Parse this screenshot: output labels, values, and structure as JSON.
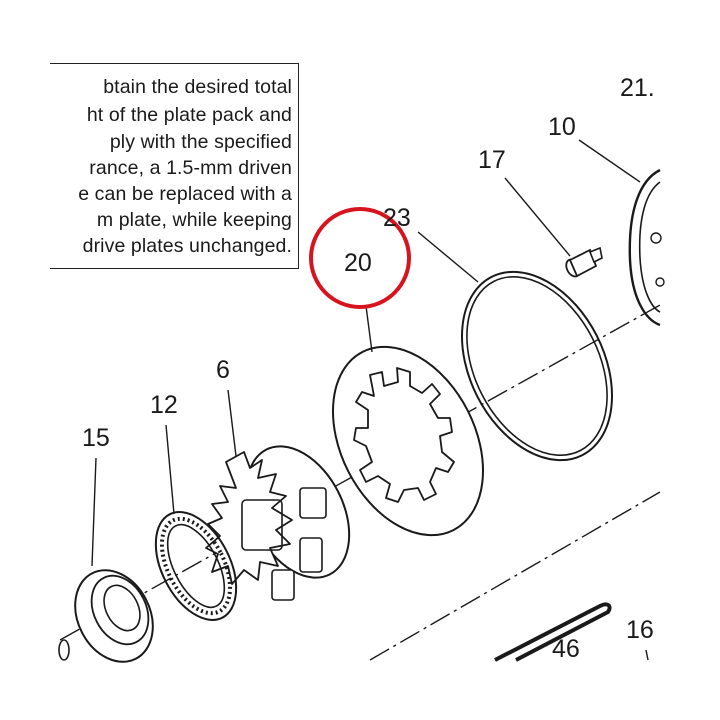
{
  "note": {
    "lines": [
      "btain the desired total",
      "ht of the plate pack and",
      "ply with the specified",
      "rance, a 1.5-mm driven",
      "e can be replaced with a",
      "m plate, while keeping",
      "drive plates unchanged."
    ]
  },
  "callouts": {
    "p21": "21.",
    "p10": "10",
    "p17": "17",
    "p23": "23",
    "p20": "20",
    "p6": "6",
    "p12": "12",
    "p15": "15",
    "p46": "46",
    "p16": "16"
  },
  "highlight": {
    "target": "20",
    "color": "#d7141e"
  },
  "colors": {
    "line": "#1a1a1a",
    "background": "#ffffff"
  }
}
